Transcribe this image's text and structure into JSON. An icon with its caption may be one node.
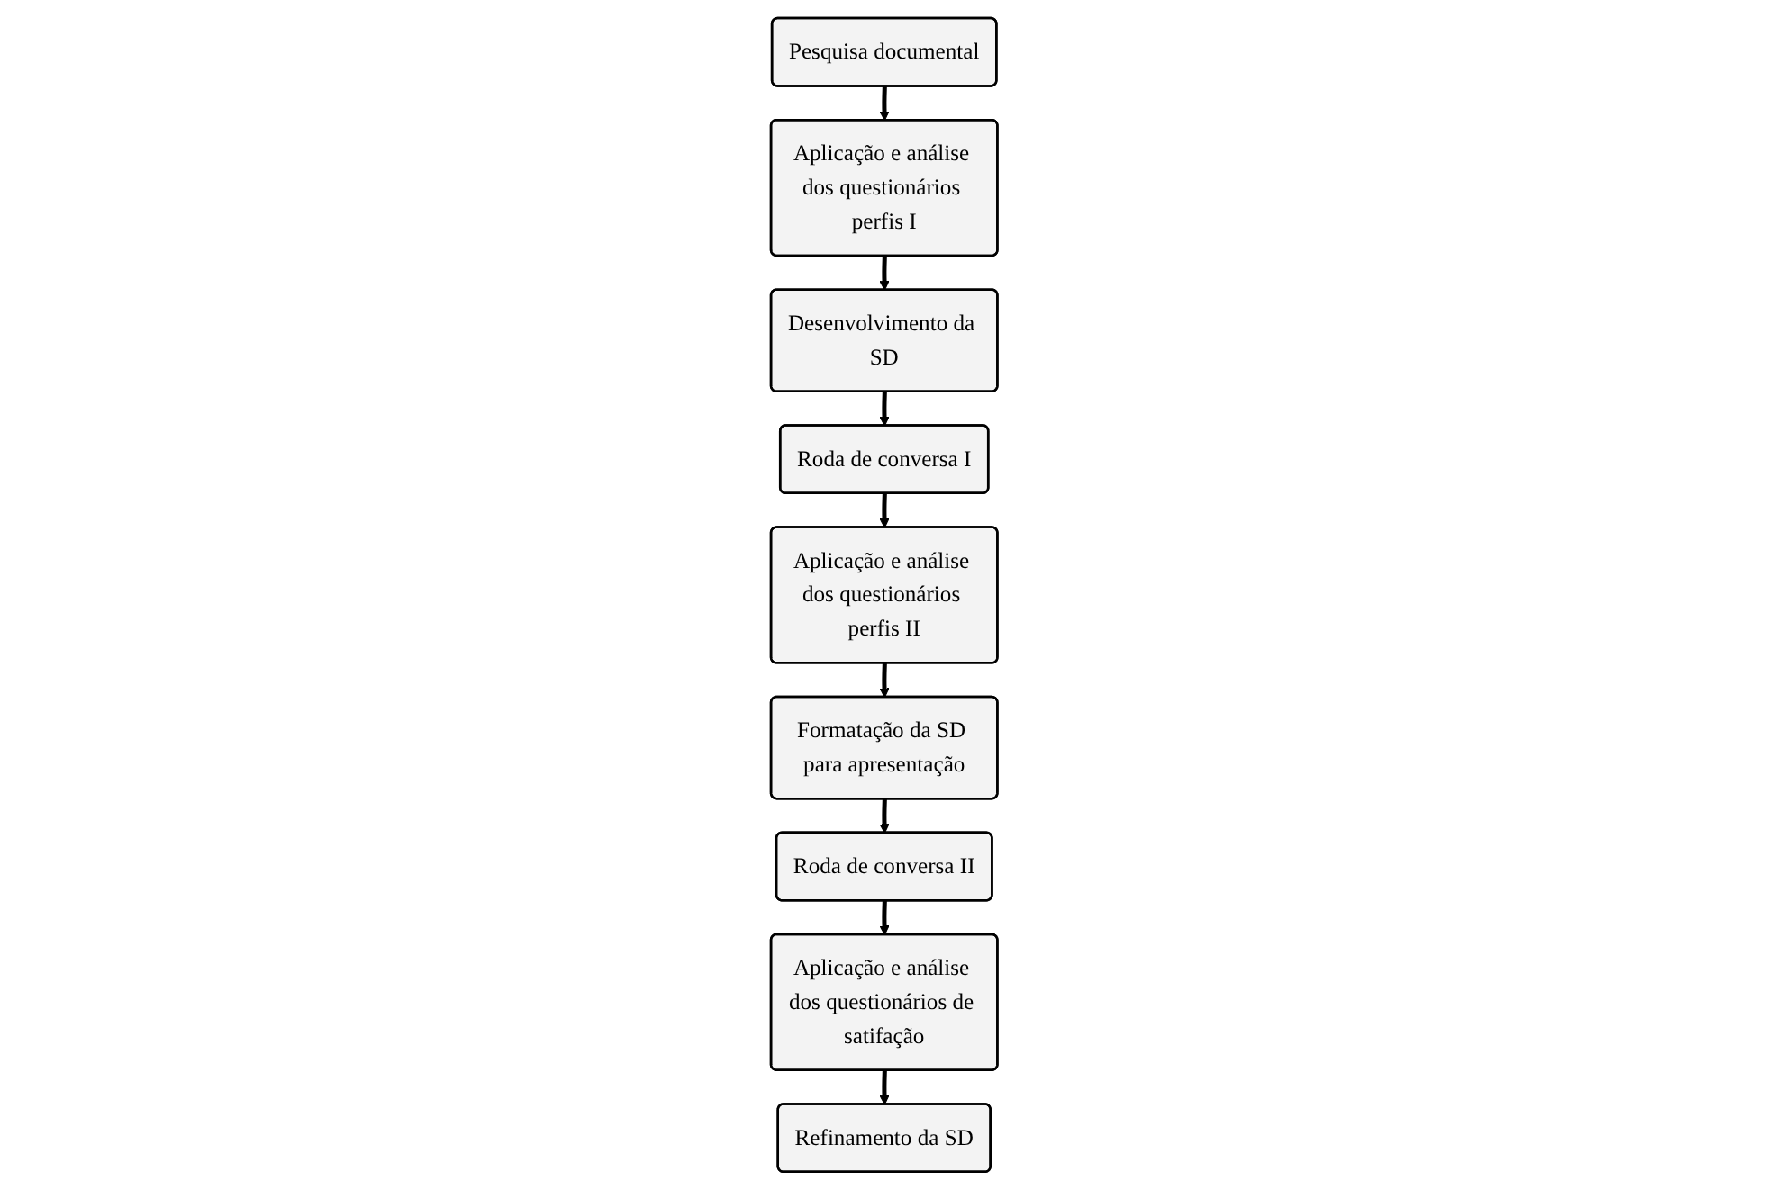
{
  "diagram": {
    "nodes": [
      {
        "text": [
          "Pesquisa documental"
        ]
      },
      {
        "text": [
          "Aplicação e análise dos questionários perfis I"
        ]
      },
      {
        "text": [
          "Desenvolvimento da SD"
        ]
      },
      {
        "text": [
          "Formatação da SD para apresentação"
        ]
      },
      {
        "text": [
          "Aplicação e análise dos questionários perfis II"
        ]
      },
      {
        "text": [
          "Roda de conversa I"
        ]
      },
      {
        "text": [
          "Roda de conversa II"
        ]
      },
      {
        "text": [
          "Aplicação e análise dos questionários de satifação"
        ]
      },
      {
        "text": [
          "Refinamento da SD"
        ]
      }
    ],
    "edges": [
      {
        "from": 0,
        "to": 1,
        "arrow": "to"
      },
      {
        "from": 1,
        "to": 2,
        "arrow": "to"
      },
      {
        "from": 2,
        "to": 5,
        "arrow": "to"
      },
      {
        "from": 5,
        "to": 4,
        "arrow": "to"
      },
      {
        "from": 4,
        "to": 3,
        "arrow": "to"
      },
      {
        "from": 3,
        "to": 6,
        "arrow": "to"
      },
      {
        "from": 6,
        "to": 7,
        "arrow": "to"
      },
      {
        "from": 7,
        "to": 8,
        "arrow": "to"
      }
    ]
  }
}
